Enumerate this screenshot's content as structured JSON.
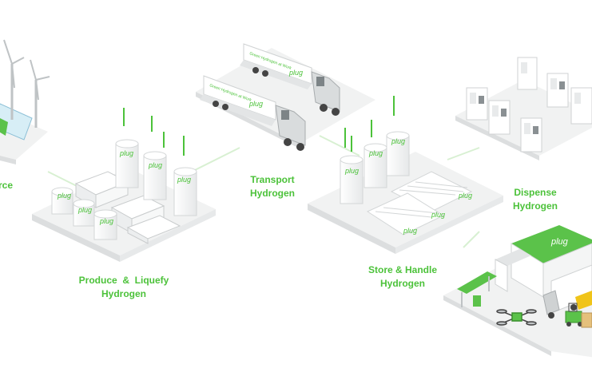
{
  "stages": {
    "source": {
      "line1": "rce",
      "line2": ""
    },
    "produce": {
      "line1": "Produce  &  Liquefy",
      "line2": "Hydrogen"
    },
    "transport": {
      "line1": "Transport",
      "line2": "Hydrogen"
    },
    "store": {
      "line1": "Store & Handle",
      "line2": "Hydrogen"
    },
    "dispense": {
      "line1": "Dispense",
      "line2": "Hydrogen"
    }
  },
  "brand": {
    "logo_text": "plug",
    "truck_slogan": "Green Hydrogen at Work"
  },
  "colors": {
    "accent": "#4cc23a",
    "platform_top": "#f1f2f2",
    "platform_side": "#dcdedf",
    "equipment": "#ffffff",
    "equipment_shadow": "#c9cccd",
    "connector": "#d8f0d2"
  },
  "icons": [
    "wind-turbine-icon",
    "solar-panel-icon",
    "hydrogen-tank-icon",
    "tube-trailer-icon",
    "dispenser-icon",
    "forklift-icon",
    "drone-icon",
    "truck-icon",
    "building-icon"
  ]
}
